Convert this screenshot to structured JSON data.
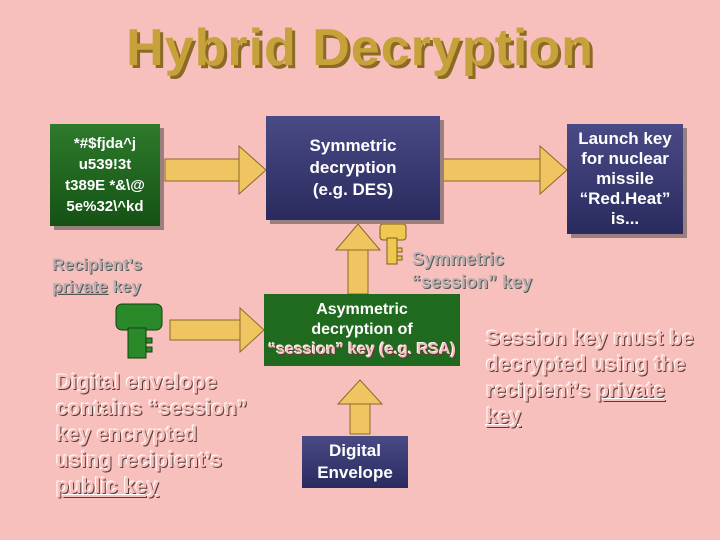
{
  "title": "Hybrid Decryption",
  "ciphertext": [
    "*#$fjda^j",
    "u539!3t",
    "t389E *&\\@",
    "5e%32\\^kd"
  ],
  "symmetric_box": [
    "Symmetric",
    "decryption",
    "(e.g. DES)"
  ],
  "plaintext": [
    "Launch key",
    "for nuclear",
    "missile",
    "“Red.Heat”",
    "is..."
  ],
  "recipient_key": {
    "line1": "Recipient’s",
    "underlined": "private",
    "rest": " key"
  },
  "session_key_label": [
    "Symmetric",
    "“session” key"
  ],
  "asymmetric_box": [
    "Asymmetric",
    "decryption of",
    "“session” key (e.g. RSA)"
  ],
  "digital_envelope_box": [
    "Digital",
    "Envelope"
  ],
  "envelope_note": {
    "lines": [
      "Digital envelope",
      "contains “session”",
      "key encrypted",
      "using recipient’s"
    ],
    "underlined": "public key"
  },
  "session_note": {
    "lines": [
      "Session key must be",
      "decrypted using the"
    ],
    "pre": "recipient’s ",
    "underlined1": "private",
    "underlined2": "key"
  },
  "colors": {
    "background": "#f8c0bc",
    "title": "#c7a23a",
    "blue_box": "#363872",
    "green_box": "#1f6a1f",
    "arrow": "#f0c460",
    "key_yellow": "#f0c850",
    "key_green": "#2a8a2a"
  }
}
